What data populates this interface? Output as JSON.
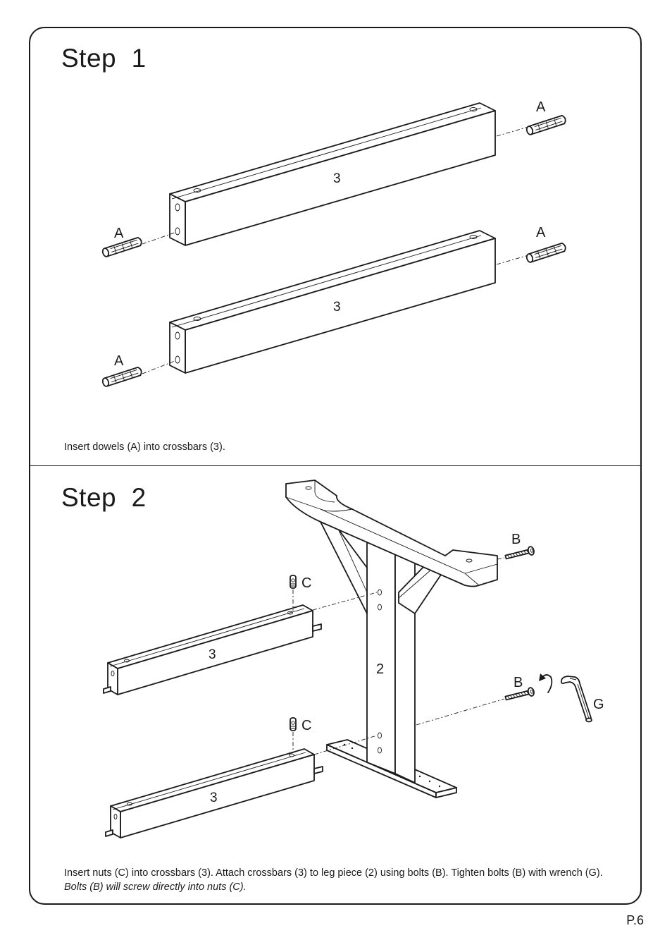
{
  "step1": {
    "title": "Step  1",
    "caption": "Insert dowels (A) into crossbars (3).",
    "labels": {
      "dowel": "A",
      "crossbar": "3"
    }
  },
  "step2": {
    "title": "Step  2",
    "caption_plain": "Insert nuts (C) into crossbars (3). Attach crossbars (3) to leg piece (2) using bolts (B). Tighten bolts (B) with wrench (G). ",
    "caption_italic": "Bolts (B) will screw directly into nuts (C).",
    "labels": {
      "bolt": "B",
      "nut": "C",
      "crossbar": "3",
      "leg": "2",
      "wrench": "G"
    }
  },
  "page_number": "P.6"
}
